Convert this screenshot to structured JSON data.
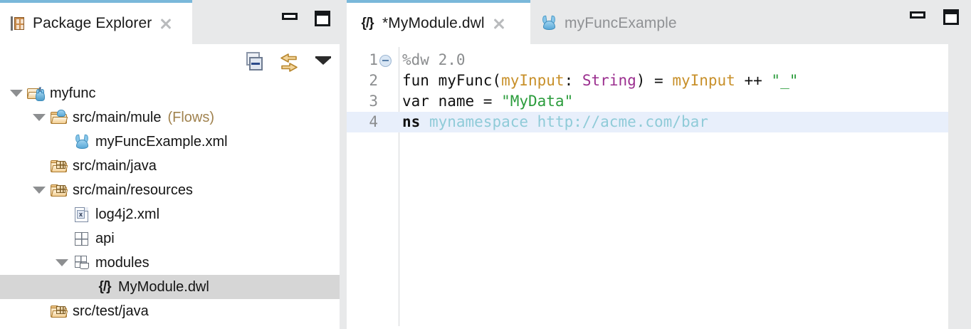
{
  "explorer": {
    "tab": {
      "title": "Package Explorer",
      "icon": "package-explorer-icon",
      "close_icon": "close-icon"
    },
    "window_controls": {
      "minimize": "minimize-icon",
      "maximize": "maximize-icon"
    },
    "toolbar": [
      {
        "name": "collapse-all-button",
        "icon": "collapse-all-icon",
        "tooltip": "Collapse All"
      },
      {
        "name": "link-with-editor-button",
        "icon": "link-with-editor-icon",
        "tooltip": "Link with Editor"
      },
      {
        "name": "view-menu-button",
        "icon": "view-menu-icon",
        "tooltip": "View Menu"
      }
    ],
    "tree": [
      {
        "label": "myfunc",
        "suffix": "",
        "indent": 0,
        "twisty": "expanded",
        "icon": "mule-project-icon",
        "selected": false
      },
      {
        "label": "src/main/mule",
        "suffix": "(Flows)",
        "indent": 1,
        "twisty": "expanded",
        "icon": "mule-folder-icon",
        "selected": false
      },
      {
        "label": "myFuncExample.xml",
        "suffix": "",
        "indent": 2,
        "twisty": "none",
        "icon": "mule-file-icon",
        "selected": false
      },
      {
        "label": "src/main/java",
        "suffix": "",
        "indent": 1,
        "twisty": "none",
        "icon": "source-folder-icon",
        "selected": false
      },
      {
        "label": "src/main/resources",
        "suffix": "",
        "indent": 1,
        "twisty": "expanded",
        "icon": "source-folder-icon",
        "selected": false
      },
      {
        "label": "log4j2.xml",
        "suffix": "",
        "indent": 2,
        "twisty": "none",
        "icon": "xml-file-icon",
        "selected": false
      },
      {
        "label": "api",
        "suffix": "",
        "indent": 2,
        "twisty": "none",
        "icon": "package-grid-icon",
        "selected": false
      },
      {
        "label": "modules",
        "suffix": "",
        "indent": 2,
        "twisty": "expanded",
        "icon": "modules-icon",
        "selected": false
      },
      {
        "label": "MyModule.dwl",
        "suffix": "",
        "indent": 3,
        "twisty": "none",
        "icon": "dataweave-file-icon",
        "selected": true
      },
      {
        "label": "src/test/java",
        "suffix": "",
        "indent": 1,
        "twisty": "none",
        "icon": "source-folder-icon",
        "selected": false
      }
    ]
  },
  "editor": {
    "window_controls": {
      "minimize": "minimize-icon",
      "maximize": "maximize-icon"
    },
    "tabs": [
      {
        "label": "*MyModule.dwl",
        "icon": "dataweave-file-icon",
        "active": true,
        "dirty": true,
        "close_icon": "close-icon"
      },
      {
        "label": "myFuncExample",
        "icon": "mule-file-icon",
        "active": false,
        "dirty": false,
        "close_icon": ""
      }
    ],
    "lines": [
      {
        "number": "1",
        "fold": true,
        "highlighted": false,
        "tokens": [
          {
            "text": "%dw 2.0",
            "cls": "t-comment"
          }
        ]
      },
      {
        "number": "2",
        "fold": false,
        "highlighted": false,
        "tokens": [
          {
            "text": "fun myFunc(",
            "cls": "t-plain"
          },
          {
            "text": "myInput",
            "cls": "t-param"
          },
          {
            "text": ": ",
            "cls": "t-plain"
          },
          {
            "text": "String",
            "cls": "t-type"
          },
          {
            "text": ") = ",
            "cls": "t-plain"
          },
          {
            "text": "myInput",
            "cls": "t-param"
          },
          {
            "text": " ++ ",
            "cls": "t-plain"
          },
          {
            "text": "\"_\"",
            "cls": "t-string"
          }
        ]
      },
      {
        "number": "3",
        "fold": false,
        "highlighted": false,
        "tokens": [
          {
            "text": "var name = ",
            "cls": "t-plain"
          },
          {
            "text": "\"MyData\"",
            "cls": "t-string"
          }
        ]
      },
      {
        "number": "4",
        "fold": false,
        "highlighted": true,
        "tokens": [
          {
            "text": "ns ",
            "cls": "t-kw"
          },
          {
            "text": "mynamespace ",
            "cls": "t-ns"
          },
          {
            "text": "http://acme.com/bar",
            "cls": "t-ns"
          }
        ]
      }
    ]
  },
  "colors": {
    "tab_accent": "#7ab8da",
    "chrome_bg": "#e8e9ea",
    "panel_bg": "#ffffff",
    "selection_bg": "#d6d6d6",
    "current_line_bg": "#e8effb",
    "string_green": "#2b9c3c",
    "type_purple": "#9b2f8f",
    "param_orange": "#c8902a",
    "namespace_teal": "#8fcbd8",
    "comment_gray": "#8b8d8f"
  }
}
